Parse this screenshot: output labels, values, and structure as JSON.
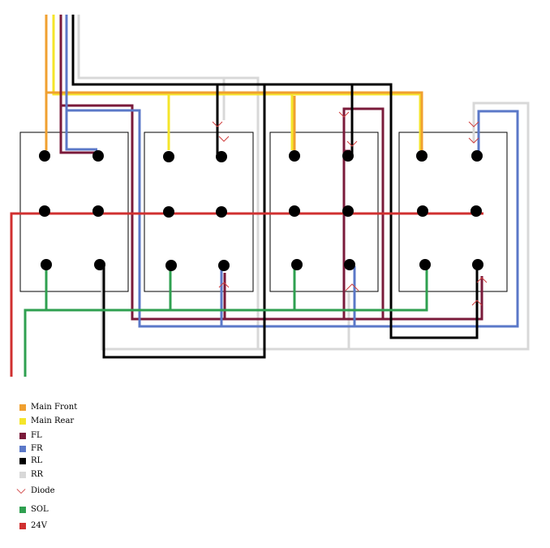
{
  "colors": {
    "main_front": "#f0a030",
    "main_rear": "#f5e52a",
    "fl": "#7a1a3a",
    "fr": "#5b78c8",
    "rl": "#000000",
    "rr": "#d8d8d8",
    "diode": "#d04040",
    "sol": "#2fa050",
    "v24": "#d03030"
  },
  "legend": [
    {
      "key": "main_front",
      "label": "Main Front"
    },
    {
      "key": "main_rear",
      "label": "Main Rear"
    },
    {
      "key": "fl",
      "label": "FL"
    },
    {
      "key": "fr",
      "label": "FR"
    },
    {
      "key": "rl",
      "label": "RL"
    },
    {
      "key": "rr",
      "label": "RR"
    },
    {
      "key": "diode",
      "label": "Diode",
      "symbol": "diode"
    },
    {
      "key": "sol",
      "label": "SOL"
    },
    {
      "key": "v24",
      "label": "24V"
    }
  ]
}
